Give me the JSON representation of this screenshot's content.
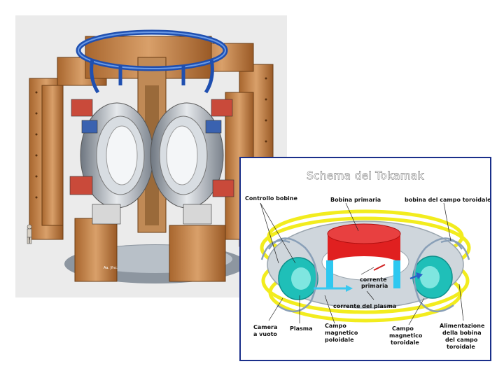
{
  "photo": {
    "credit": "Aa. Jfnc."
  },
  "diagram": {
    "title": "Schema del Tokamak",
    "labels": {
      "controllo_bobine": "Controllo bobine",
      "bobina_primaria": "Bobina primaria",
      "bobina_campo_toroidale": "bobina del campo toroidale",
      "corrente_primaria_1": "corrente",
      "corrente_primaria_2": "primaria",
      "corrente_plasma": "corrente del plasma",
      "camera_1": "Camera",
      "camera_2": "a vuoto",
      "plasma": "Plasma",
      "poloidale_1": "Campo",
      "poloidale_2": "magnetico",
      "poloidale_3": "poloidale",
      "toroidale_1": "Campo",
      "toroidale_2": "magnetico",
      "toroidale_3": "toroidale",
      "alimentazione_1": "Alimentazione",
      "alimentazione_2": "della bobina",
      "alimentazione_3": "del campo",
      "alimentazione_4": "toroidale"
    },
    "colors": {
      "frame": "#1a2f8a",
      "coil_ring": "#f2ec1e",
      "primary_coil": "#e02020",
      "plasma": "#1fbfb8",
      "vacuum_chamber": "#cfd6dc",
      "field_coil": "#8aa0b8",
      "arrow_current": "#38c8f0"
    }
  }
}
